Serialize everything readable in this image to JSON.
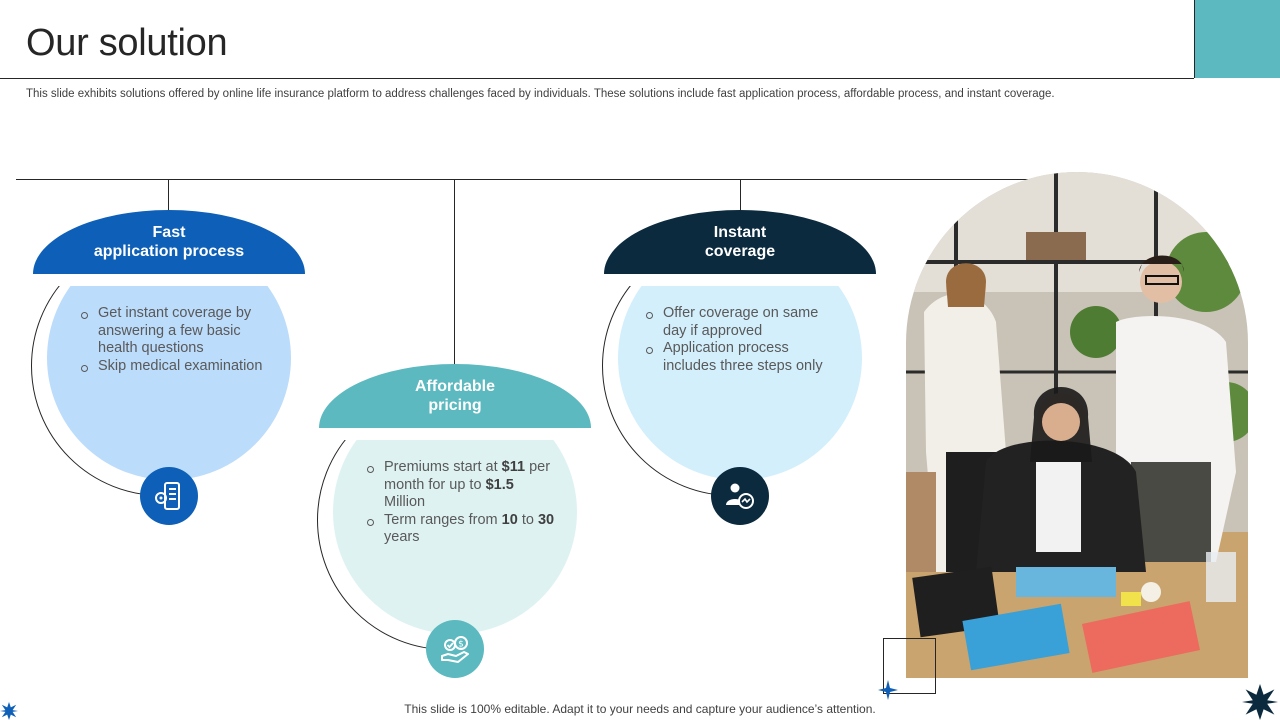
{
  "header": {
    "title": "Our solution",
    "subtitle": "This slide exhibits solutions offered by online life insurance platform to address challenges faced by individuals. These solutions include fast application process, affordable process, and instant coverage."
  },
  "solutions": [
    {
      "title_line1": "Fast",
      "title_line2": "application process",
      "color": "#0e5fb7",
      "fill": "#bcdcfb",
      "icon": "phone-gear-icon",
      "bullets": [
        "Get instant coverage by answering a few basic health questions",
        "Skip medical examination"
      ]
    },
    {
      "title_line1": "Affordable",
      "title_line2": "pricing",
      "color": "#5bb9bf",
      "fill": "#dff2f2",
      "icon": "hand-money-icon",
      "bullets": [
        {
          "a": "Premiums start at ",
          "b": "$11",
          "c": " per month for up to ",
          "d": "$1.5",
          "e": " Million"
        },
        {
          "a": "Term ranges from ",
          "b": "10",
          "c": " to ",
          "d": "30",
          "e": " years"
        }
      ]
    },
    {
      "title_line1": "Instant",
      "title_line2": "coverage",
      "color": "#0b2a3e",
      "fill": "#d3effc",
      "icon": "person-chat-icon",
      "bullets": [
        "Offer coverage on same day if approved",
        "Application process includes three steps only"
      ]
    }
  ],
  "footer": {
    "note": "This slide is 100% editable. Adapt it to your needs and capture your audience’s attention."
  }
}
